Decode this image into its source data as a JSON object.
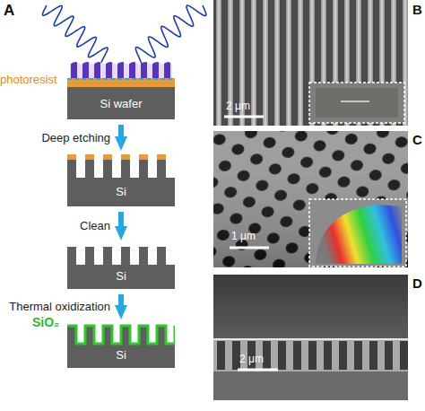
{
  "diagram": {
    "nodes": [
      {
        "text": [
          "Si wafer"
        ]
      },
      {
        "text": [
          "Si"
        ]
      },
      {
        "text": [
          "Si"
        ]
      },
      {
        "text": [
          "Si"
        ]
      }
    ],
    "edges": [
      {
        "from": 0,
        "to": 1,
        "arrow": "to",
        "label": "Deep etching"
      },
      {
        "from": 1,
        "to": 2,
        "arrow": "to",
        "label": "Clean"
      },
      {
        "from": 2,
        "to": 3,
        "arrow": "to",
        "label": "Thermal oxidization"
      }
    ],
    "labels": [
      "A",
      "photoresist",
      "SiO₂",
      "B",
      "2 μm",
      "C",
      "1 μm",
      "D",
      "2 μm"
    ]
  }
}
